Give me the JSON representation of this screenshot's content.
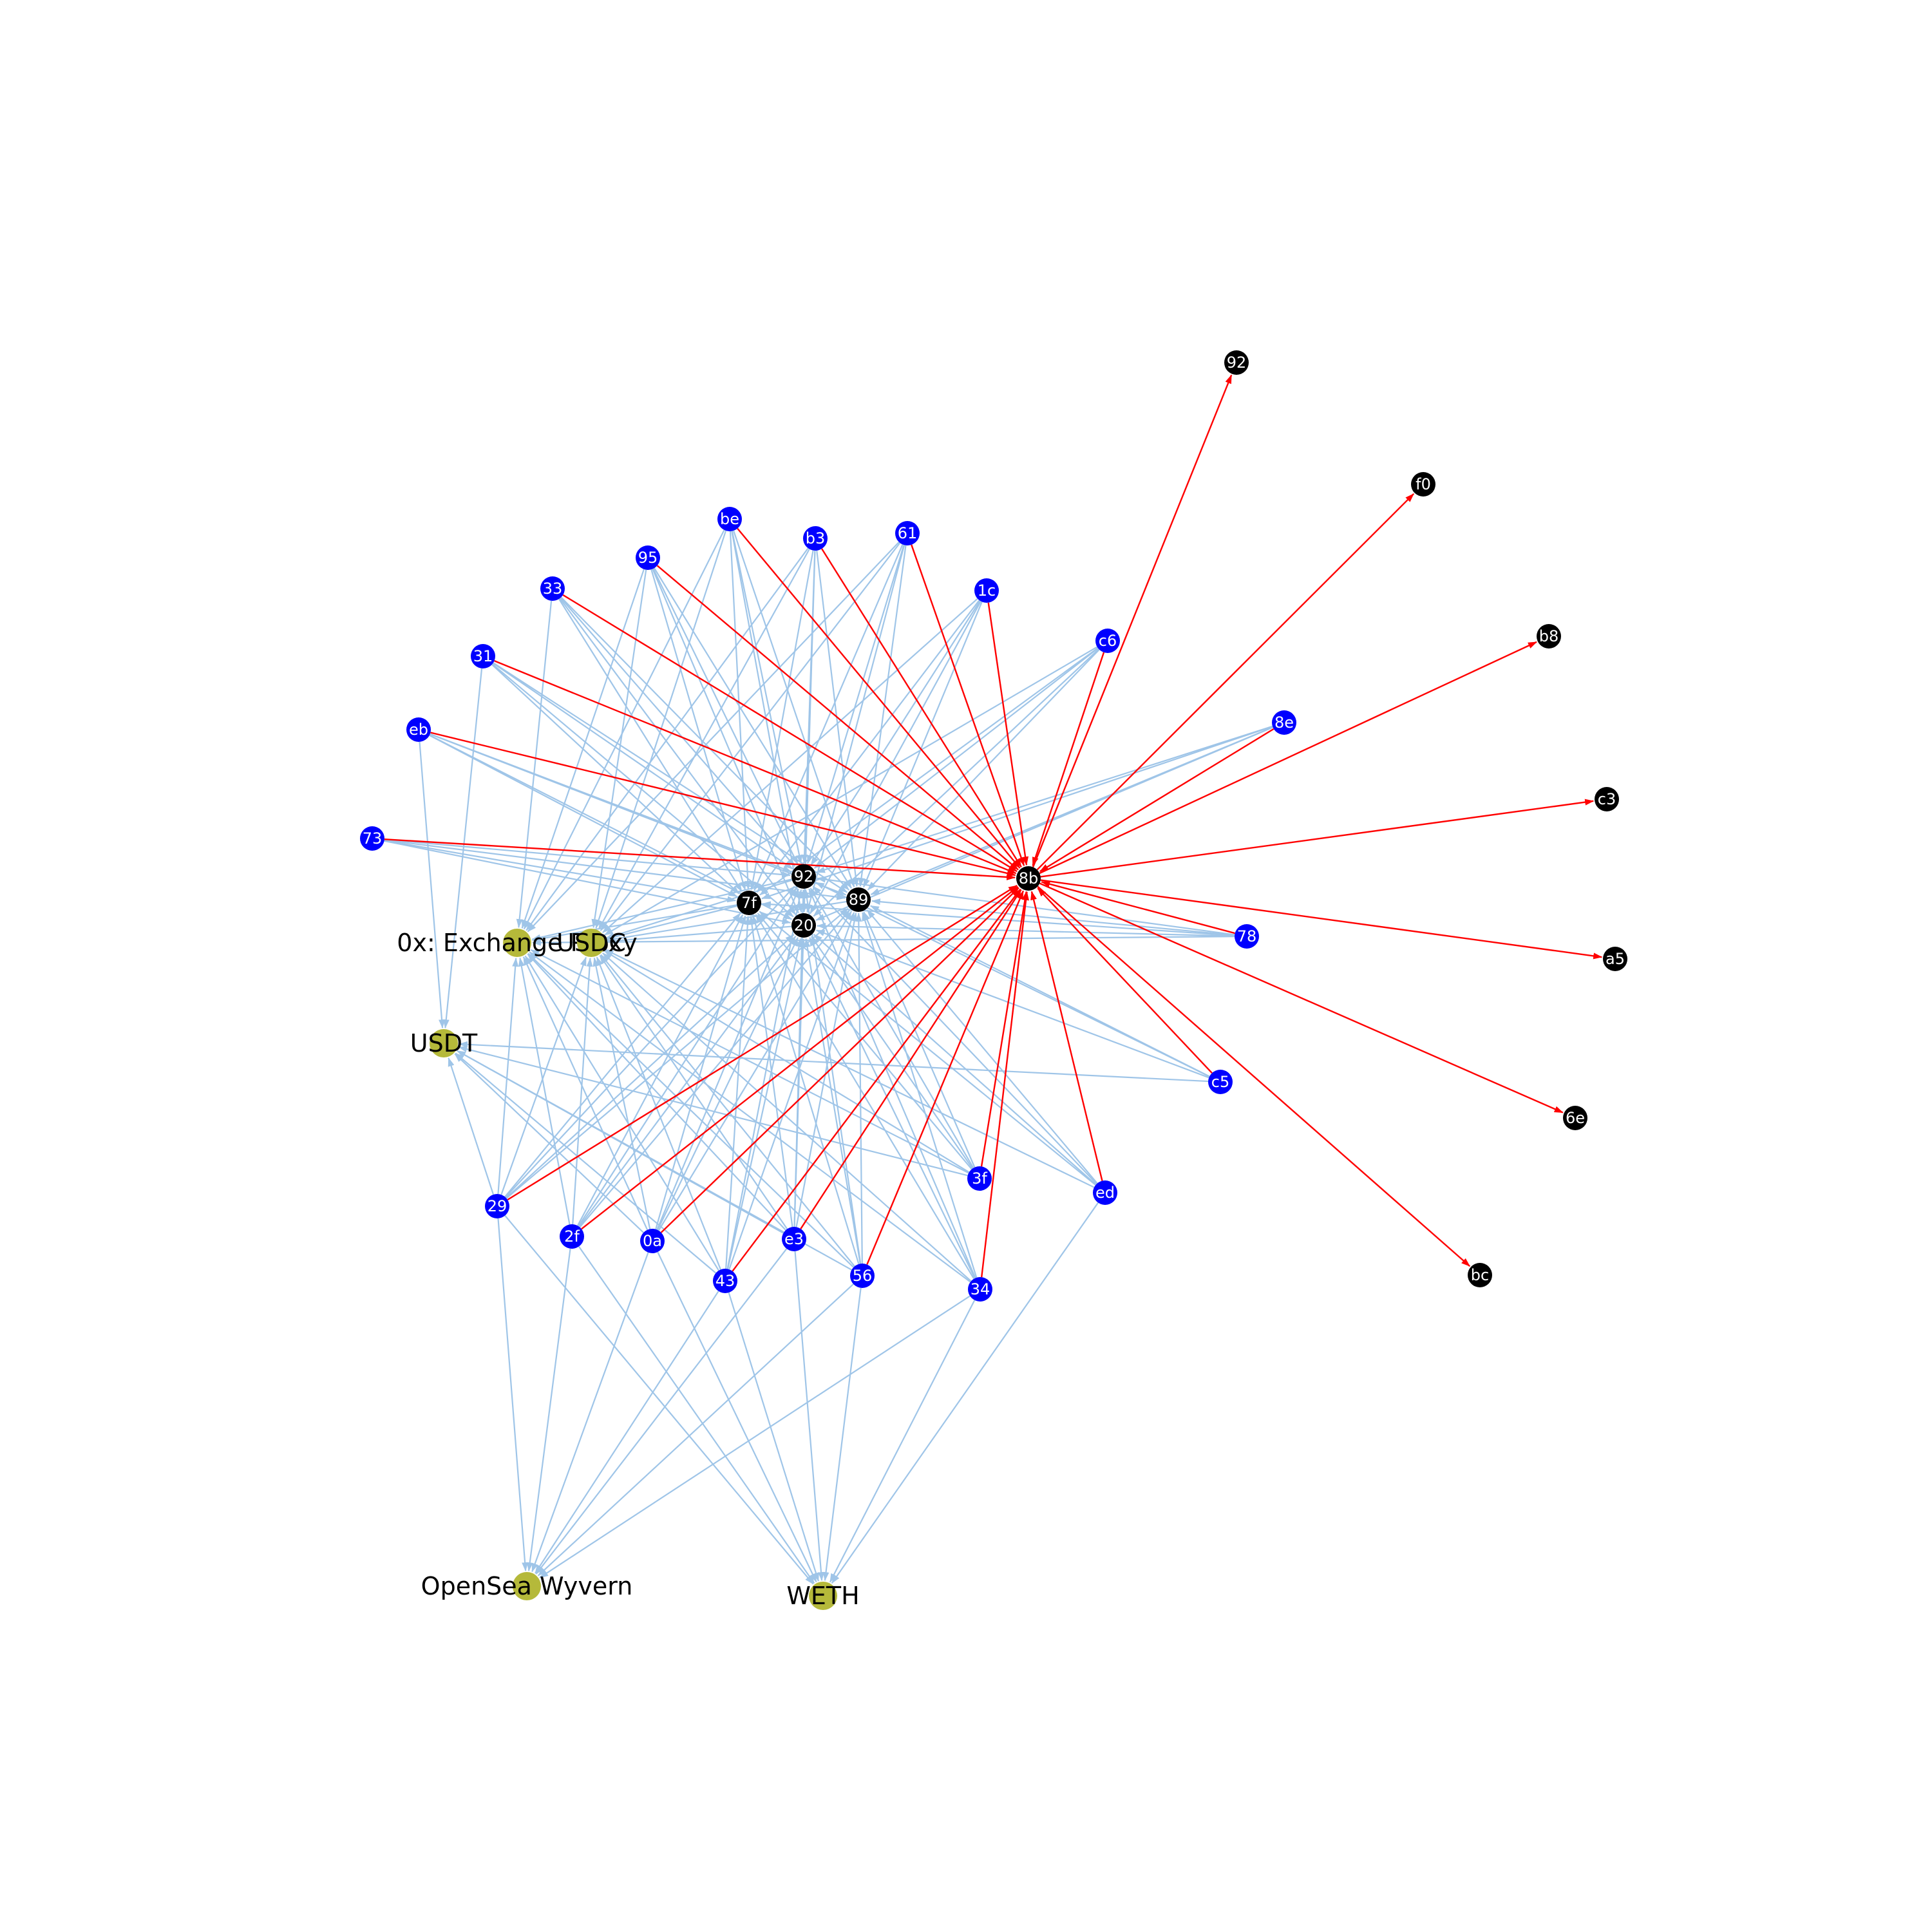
{
  "colors": {
    "wallet": "#0000ff",
    "target": "#000000",
    "contract": "#b5b93a",
    "flow_edge": "#9fc5e8",
    "highlight_edge": "#ff0000"
  },
  "nodes": [
    {
      "id": "be",
      "label": "be",
      "kind": "wallet"
    },
    {
      "id": "b3",
      "label": "b3",
      "kind": "wallet"
    },
    {
      "id": "61",
      "label": "61",
      "kind": "wallet"
    },
    {
      "id": "95",
      "label": "95",
      "kind": "wallet"
    },
    {
      "id": "33",
      "label": "33",
      "kind": "wallet"
    },
    {
      "id": "1c",
      "label": "1c",
      "kind": "wallet"
    },
    {
      "id": "31",
      "label": "31",
      "kind": "wallet"
    },
    {
      "id": "c6",
      "label": "c6",
      "kind": "wallet"
    },
    {
      "id": "eb",
      "label": "eb",
      "kind": "wallet"
    },
    {
      "id": "8e",
      "label": "8e",
      "kind": "wallet"
    },
    {
      "id": "73",
      "label": "73",
      "kind": "wallet"
    },
    {
      "id": "78",
      "label": "78",
      "kind": "wallet"
    },
    {
      "id": "c5",
      "label": "c5",
      "kind": "wallet"
    },
    {
      "id": "3f",
      "label": "3f",
      "kind": "wallet"
    },
    {
      "id": "ed",
      "label": "ed",
      "kind": "wallet"
    },
    {
      "id": "29",
      "label": "29",
      "kind": "wallet"
    },
    {
      "id": "2f",
      "label": "2f",
      "kind": "wallet"
    },
    {
      "id": "0a",
      "label": "0a",
      "kind": "wallet"
    },
    {
      "id": "e3",
      "label": "e3",
      "kind": "wallet"
    },
    {
      "id": "43",
      "label": "43",
      "kind": "wallet"
    },
    {
      "id": "56",
      "label": "56",
      "kind": "wallet"
    },
    {
      "id": "34",
      "label": "34",
      "kind": "wallet"
    },
    {
      "id": "92c",
      "label": "92",
      "kind": "target"
    },
    {
      "id": "7f",
      "label": "7f",
      "kind": "target"
    },
    {
      "id": "89",
      "label": "89",
      "kind": "target"
    },
    {
      "id": "20",
      "label": "20",
      "kind": "target"
    },
    {
      "id": "8b",
      "label": "8b",
      "kind": "target"
    },
    {
      "id": "92o",
      "label": "92",
      "kind": "target"
    },
    {
      "id": "f0",
      "label": "f0",
      "kind": "target"
    },
    {
      "id": "b8",
      "label": "b8",
      "kind": "target"
    },
    {
      "id": "c3",
      "label": "c3",
      "kind": "target"
    },
    {
      "id": "a5",
      "label": "a5",
      "kind": "target"
    },
    {
      "id": "6e",
      "label": "6e",
      "kind": "target"
    },
    {
      "id": "bc",
      "label": "bc",
      "kind": "target"
    },
    {
      "id": "0x",
      "label": "0x: Exchange Proxy",
      "kind": "contract"
    },
    {
      "id": "usdc",
      "label": "USDC",
      "kind": "contract"
    },
    {
      "id": "usdt",
      "label": "USDT",
      "kind": "contract"
    },
    {
      "id": "opensea",
      "label": "OpenSea Wyvern",
      "kind": "contract"
    },
    {
      "id": "weth",
      "label": "WETH",
      "kind": "contract"
    }
  ],
  "edges": {
    "red_in": [
      "be",
      "b3",
      "61",
      "95",
      "33",
      "1c",
      "31",
      "c6",
      "eb",
      "8e",
      "73",
      "78",
      "c5",
      "3f",
      "ed",
      "29",
      "2f",
      "0a",
      "e3",
      "43",
      "56",
      "34"
    ],
    "red_out": [
      "92o",
      "f0",
      "b8",
      "c3",
      "a5",
      "6e",
      "bc"
    ],
    "blue": [
      [
        "be",
        "92c"
      ],
      [
        "be",
        "7f"
      ],
      [
        "be",
        "89"
      ],
      [
        "be",
        "20"
      ],
      [
        "be",
        "0x"
      ],
      [
        "be",
        "usdc"
      ],
      [
        "b3",
        "92c"
      ],
      [
        "b3",
        "7f"
      ],
      [
        "b3",
        "89"
      ],
      [
        "b3",
        "20"
      ],
      [
        "b3",
        "0x"
      ],
      [
        "b3",
        "usdc"
      ],
      [
        "61",
        "92c"
      ],
      [
        "61",
        "7f"
      ],
      [
        "61",
        "89"
      ],
      [
        "61",
        "20"
      ],
      [
        "61",
        "0x"
      ],
      [
        "61",
        "usdc"
      ],
      [
        "95",
        "92c"
      ],
      [
        "95",
        "7f"
      ],
      [
        "95",
        "89"
      ],
      [
        "95",
        "20"
      ],
      [
        "95",
        "0x"
      ],
      [
        "95",
        "usdc"
      ],
      [
        "33",
        "92c"
      ],
      [
        "33",
        "7f"
      ],
      [
        "33",
        "89"
      ],
      [
        "33",
        "20"
      ],
      [
        "33",
        "0x"
      ],
      [
        "1c",
        "92c"
      ],
      [
        "1c",
        "7f"
      ],
      [
        "1c",
        "89"
      ],
      [
        "1c",
        "20"
      ],
      [
        "1c",
        "usdc"
      ],
      [
        "31",
        "92c"
      ],
      [
        "31",
        "7f"
      ],
      [
        "31",
        "89"
      ],
      [
        "31",
        "20"
      ],
      [
        "31",
        "usdt"
      ],
      [
        "c6",
        "92c"
      ],
      [
        "c6",
        "7f"
      ],
      [
        "c6",
        "89"
      ],
      [
        "c6",
        "20"
      ],
      [
        "c6",
        "usdc"
      ],
      [
        "eb",
        "92c"
      ],
      [
        "eb",
        "7f"
      ],
      [
        "eb",
        "89"
      ],
      [
        "eb",
        "20"
      ],
      [
        "eb",
        "usdt"
      ],
      [
        "8e",
        "92c"
      ],
      [
        "8e",
        "7f"
      ],
      [
        "8e",
        "89"
      ],
      [
        "8e",
        "20"
      ],
      [
        "73",
        "92c"
      ],
      [
        "73",
        "7f"
      ],
      [
        "73",
        "89"
      ],
      [
        "73",
        "20"
      ],
      [
        "78",
        "92c"
      ],
      [
        "78",
        "7f"
      ],
      [
        "78",
        "89"
      ],
      [
        "78",
        "20"
      ],
      [
        "78",
        "0x"
      ],
      [
        "c5",
        "92c"
      ],
      [
        "c5",
        "89"
      ],
      [
        "c5",
        "20"
      ],
      [
        "c5",
        "usdt"
      ],
      [
        "3f",
        "92c"
      ],
      [
        "3f",
        "7f"
      ],
      [
        "3f",
        "89"
      ],
      [
        "3f",
        "20"
      ],
      [
        "3f",
        "0x"
      ],
      [
        "3f",
        "usdc"
      ],
      [
        "3f",
        "usdt"
      ],
      [
        "ed",
        "92c"
      ],
      [
        "ed",
        "7f"
      ],
      [
        "ed",
        "89"
      ],
      [
        "ed",
        "20"
      ],
      [
        "ed",
        "usdc"
      ],
      [
        "ed",
        "weth"
      ],
      [
        "29",
        "92c"
      ],
      [
        "29",
        "7f"
      ],
      [
        "29",
        "89"
      ],
      [
        "29",
        "20"
      ],
      [
        "29",
        "0x"
      ],
      [
        "29",
        "usdc"
      ],
      [
        "29",
        "usdt"
      ],
      [
        "29",
        "opensea"
      ],
      [
        "29",
        "weth"
      ],
      [
        "2f",
        "92c"
      ],
      [
        "2f",
        "7f"
      ],
      [
        "2f",
        "89"
      ],
      [
        "2f",
        "20"
      ],
      [
        "2f",
        "0x"
      ],
      [
        "2f",
        "usdc"
      ],
      [
        "2f",
        "opensea"
      ],
      [
        "2f",
        "weth"
      ],
      [
        "0a",
        "92c"
      ],
      [
        "0a",
        "7f"
      ],
      [
        "0a",
        "89"
      ],
      [
        "0a",
        "20"
      ],
      [
        "0a",
        "0x"
      ],
      [
        "0a",
        "usdc"
      ],
      [
        "0a",
        "usdt"
      ],
      [
        "0a",
        "opensea"
      ],
      [
        "0a",
        "weth"
      ],
      [
        "e3",
        "92c"
      ],
      [
        "e3",
        "7f"
      ],
      [
        "e3",
        "89"
      ],
      [
        "e3",
        "20"
      ],
      [
        "e3",
        "0x"
      ],
      [
        "e3",
        "usdc"
      ],
      [
        "e3",
        "usdt"
      ],
      [
        "e3",
        "opensea"
      ],
      [
        "e3",
        "weth"
      ],
      [
        "43",
        "92c"
      ],
      [
        "43",
        "7f"
      ],
      [
        "43",
        "89"
      ],
      [
        "43",
        "20"
      ],
      [
        "43",
        "0x"
      ],
      [
        "43",
        "usdc"
      ],
      [
        "43",
        "usdt"
      ],
      [
        "43",
        "opensea"
      ],
      [
        "43",
        "weth"
      ],
      [
        "56",
        "92c"
      ],
      [
        "56",
        "7f"
      ],
      [
        "56",
        "89"
      ],
      [
        "56",
        "20"
      ],
      [
        "56",
        "0x"
      ],
      [
        "56",
        "usdc"
      ],
      [
        "56",
        "usdt"
      ],
      [
        "56",
        "opensea"
      ],
      [
        "56",
        "weth"
      ],
      [
        "34",
        "92c"
      ],
      [
        "34",
        "7f"
      ],
      [
        "34",
        "89"
      ],
      [
        "34",
        "20"
      ],
      [
        "34",
        "0x"
      ],
      [
        "34",
        "usdc"
      ],
      [
        "34",
        "opensea"
      ],
      [
        "34",
        "weth"
      ],
      [
        "92c",
        "usdc"
      ],
      [
        "7f",
        "usdc"
      ],
      [
        "20",
        "usdc"
      ],
      [
        "89",
        "usdc"
      ],
      [
        "92c",
        "0x"
      ],
      [
        "7f",
        "0x"
      ]
    ]
  }
}
